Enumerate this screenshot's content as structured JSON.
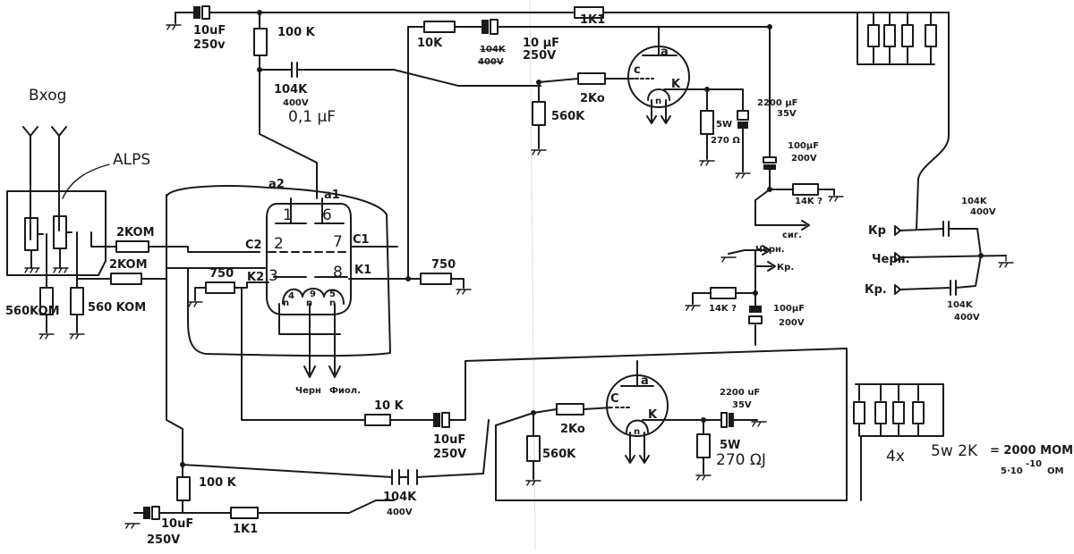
{
  "input": {
    "title": "Bxog",
    "alps": "ALPS",
    "r_in1": "560KOM",
    "r_in2": "560 KOM",
    "r_series1": "2KOM",
    "r_series2": "2KOM"
  },
  "first_stage": {
    "pins": {
      "a2": "a2",
      "a1": "a1",
      "p1": "1",
      "p6": "6",
      "c2": "C2",
      "p2": "2",
      "p7": "7",
      "c1": "C1",
      "k2": "K2",
      "p3": "3",
      "p8": "8",
      "k1": "K1",
      "p4": "4",
      "p9": "9",
      "p5": "5",
      "h1": "n",
      "h2": "n",
      "h3": "n"
    },
    "r_k2": "750",
    "r_k1": "750",
    "r_anode": "100 K",
    "c_couple": "104K",
    "c_couple_v": "400V",
    "c_couple_uf": "0,1 μF",
    "c_top": "10uF",
    "c_top_v": "250v",
    "r_bottom": "100 K",
    "c_bottom": "10uF",
    "c_bottom_v": "250V",
    "r_bottom_series": "1K1",
    "heater_black": "Черн",
    "heater_violet": "Фиол."
  },
  "upper_stage": {
    "r_top": "1K1",
    "r_grid_series": "10K",
    "c_grid": "10 μF",
    "c_grid_v": "250V",
    "c_grid_old": "104K",
    "c_grid_old_v": "400V",
    "r_grid": "2Ko",
    "r_grid_leak": "560K",
    "tube_a": "a",
    "tube_c": "c",
    "tube_k": "K",
    "tube_n": "n",
    "r_cathode": "5W",
    "r_cathode_v": "270 Ω",
    "c_cathode": "2200 μF",
    "c_cathode_v": "35V",
    "c_supply": "100μF",
    "c_supply_v": "200V",
    "r_bias": "14K ?"
  },
  "lower_stage": {
    "r_grid_series": "10 K",
    "c_grid": "10uF",
    "c_grid_v": "250V",
    "r_grid": "2Ko",
    "r_grid_leak": "560K",
    "tube_a": "a",
    "tube_c": "C",
    "tube_k": "K",
    "tube_n": "n",
    "r_cathode": "5W",
    "r_cathode_v": "270 ΩJ",
    "c_cathode": "2200 uF",
    "c_cathode_v": "35V",
    "c_supply": "100μF",
    "c_supply_v": "200V",
    "r_bias": "14K ?",
    "c_couple": "104K",
    "c_couple_v": "400V"
  },
  "output": {
    "sig": "сиг.",
    "black": "Черн.",
    "red": "Кр.",
    "kp": "Кр",
    "black2": "Черн.",
    "red2": "Кр.",
    "c_out1": "104K",
    "c_out1_v": "400V",
    "c_out2": "104K",
    "c_out2_v": "400V"
  },
  "load_note": {
    "count": "4x",
    "spec": "5w 2K",
    "result": "= 2000 MOM",
    "tolerance": "5·10",
    "tolerance_exp": "-10",
    "unit": "OM"
  }
}
